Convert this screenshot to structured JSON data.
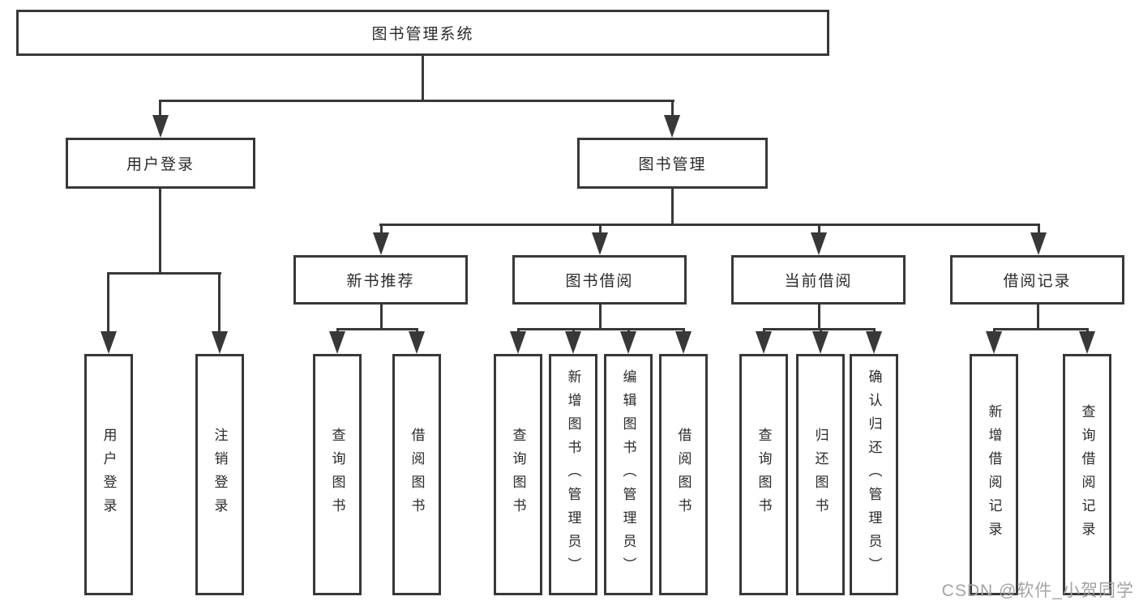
{
  "diagram_title": "图书管理系统",
  "tree": {
    "root": {
      "label": "图书管理系统"
    },
    "branches": [
      {
        "label": "用户登录",
        "leaves": [
          {
            "label": "用户登录"
          },
          {
            "label": "注销登录"
          }
        ]
      },
      {
        "label": "图书管理",
        "groups": [
          {
            "label": "新书推荐",
            "leaves": [
              {
                "label": "查询图书"
              },
              {
                "label": "借阅图书"
              }
            ]
          },
          {
            "label": "图书借阅",
            "leaves": [
              {
                "label": "查询图书"
              },
              {
                "label": "新增图书（管理员）"
              },
              {
                "label": "编辑图书（管理员）"
              },
              {
                "label": "借阅图书"
              }
            ]
          },
          {
            "label": "当前借阅",
            "leaves": [
              {
                "label": "查询图书"
              },
              {
                "label": "归还图书"
              },
              {
                "label": "确认归还（管理员）"
              }
            ]
          },
          {
            "label": "借阅记录",
            "leaves": [
              {
                "label": "新增借阅记录"
              },
              {
                "label": "查询借阅记录"
              }
            ]
          }
        ]
      }
    ]
  },
  "watermark": {
    "text": "CSDN @软件_小贺同学"
  },
  "colors": {
    "line": "#383838",
    "text": "#2a2a2a",
    "watermark": "#a3a3a3",
    "background": "#ffffff"
  }
}
